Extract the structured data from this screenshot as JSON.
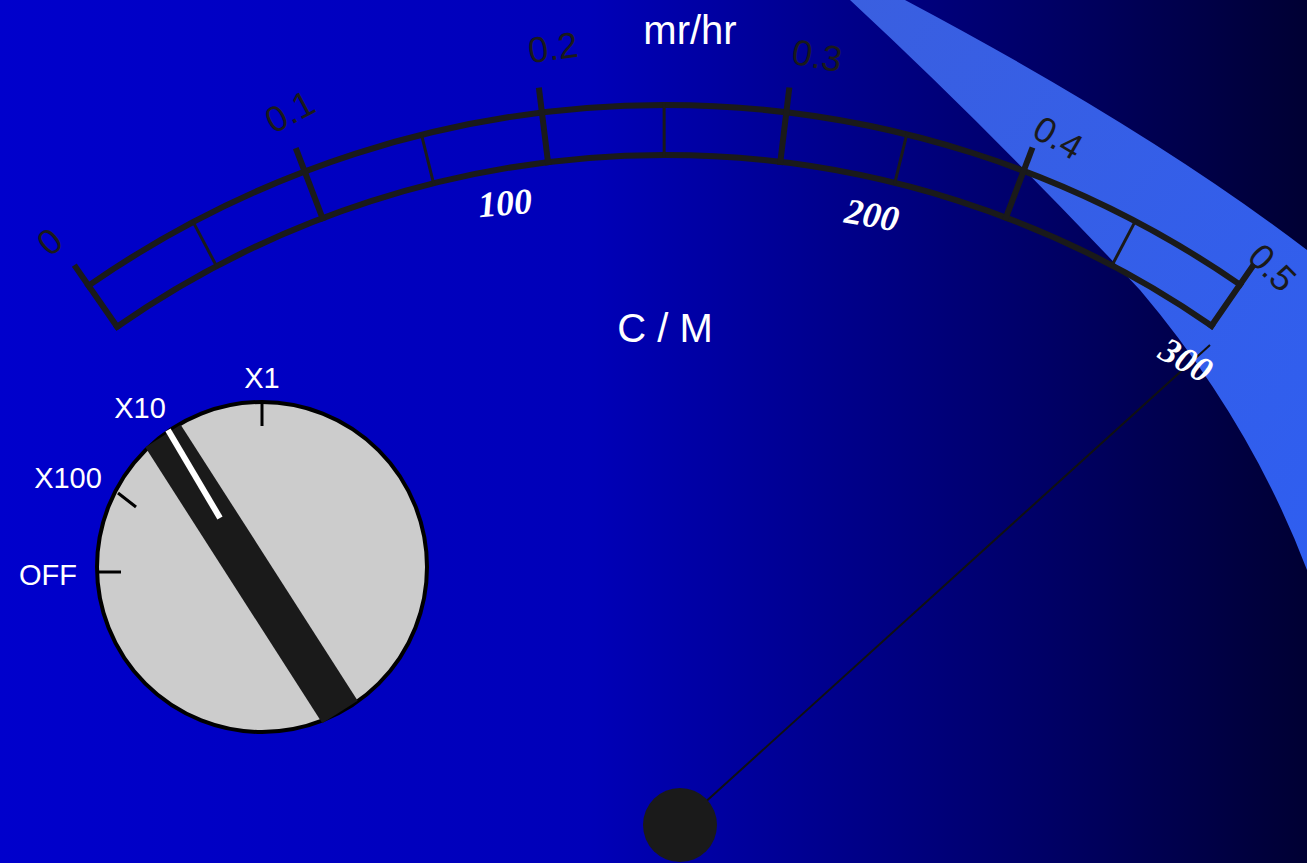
{
  "diagram": {
    "labels": [
      "mr/hr",
      "0",
      "0.1",
      "0.2",
      "0.3",
      "0.4",
      "0.5",
      "100",
      "200",
      "300",
      "C / M",
      "X1",
      "X10",
      "X100",
      "OFF"
    ]
  }
}
